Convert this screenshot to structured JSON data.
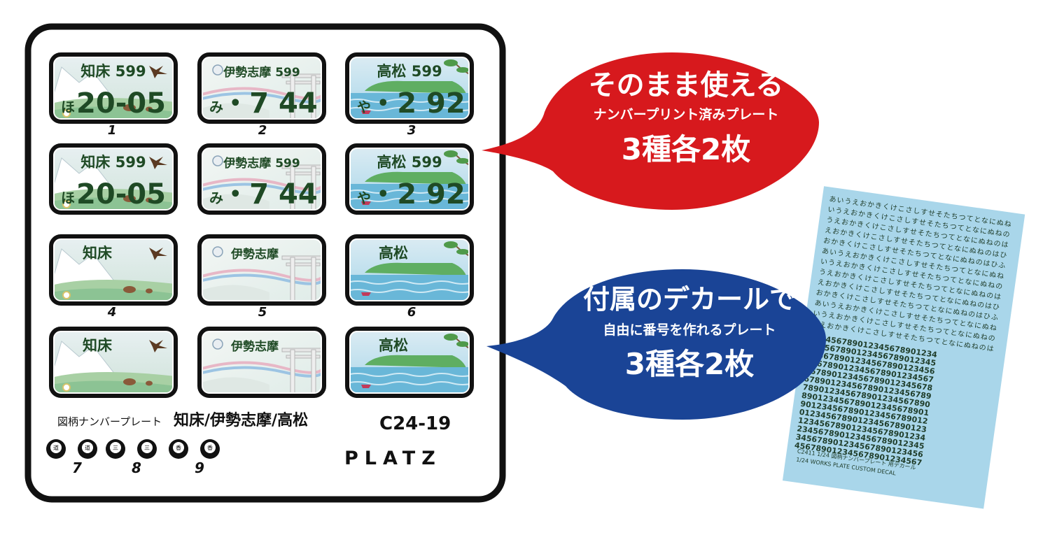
{
  "plates": [
    {
      "id": "1",
      "region": "知床",
      "classno": "599",
      "kana": "ほ",
      "number": "20-05",
      "theme": "shiretoko",
      "caption": "1"
    },
    {
      "id": "2",
      "region": "伊勢志摩",
      "classno": "599",
      "kana": "み",
      "number": "・7 44",
      "theme": "ise",
      "caption": "2"
    },
    {
      "id": "3",
      "region": "高松",
      "classno": "599",
      "kana": "や",
      "number": "・2 92",
      "theme": "takamatsu",
      "caption": "3"
    },
    {
      "id": "1b",
      "region": "知床",
      "classno": "599",
      "kana": "ほ",
      "number": "20-05",
      "theme": "shiretoko",
      "caption": ""
    },
    {
      "id": "2b",
      "region": "伊勢志摩",
      "classno": "599",
      "kana": "み",
      "number": "・7 44",
      "theme": "ise",
      "caption": ""
    },
    {
      "id": "3b",
      "region": "高松",
      "classno": "599",
      "kana": "や",
      "number": "・2 92",
      "theme": "takamatsu",
      "caption": ""
    },
    {
      "id": "4",
      "region": "知床",
      "classno": "",
      "kana": "",
      "number": "",
      "theme": "shiretoko",
      "caption": "4"
    },
    {
      "id": "5",
      "region": "伊勢志摩",
      "classno": "",
      "kana": "",
      "number": "",
      "theme": "ise",
      "caption": "5"
    },
    {
      "id": "6",
      "region": "高松",
      "classno": "",
      "kana": "",
      "number": "",
      "theme": "takamatsu",
      "caption": "6"
    },
    {
      "id": "4b",
      "region": "知床",
      "classno": "",
      "kana": "",
      "number": "",
      "theme": "shiretoko",
      "caption": ""
    },
    {
      "id": "5b",
      "region": "伊勢志摩",
      "classno": "",
      "kana": "",
      "number": "",
      "theme": "ise",
      "caption": ""
    },
    {
      "id": "6b",
      "region": "高松",
      "classno": "",
      "kana": "",
      "number": "",
      "theme": "takamatsu",
      "caption": ""
    }
  ],
  "sheet": {
    "label_small": "図柄ナンバープレート",
    "label_regions": "知床/伊勢志摩/高松",
    "product_code": "C24-19",
    "brand": "PLATZ"
  },
  "bolts": {
    "groups": [
      {
        "number": "7",
        "glyph": "道"
      },
      {
        "number": "8",
        "glyph": "三"
      },
      {
        "number": "9",
        "glyph": "香"
      }
    ]
  },
  "bubble_red": {
    "line1": "そのまま使える",
    "line2": "ナンバープリント済みプレート",
    "line3": "3種各2枚",
    "color": "#d7191d"
  },
  "bubble_blue": {
    "line1": "付属のデカールで",
    "line2": "自由に番号を作れるプレート",
    "line3": "3種各2枚",
    "color": "#1a4496"
  },
  "decal": {
    "bg_color": "#a9d6ea",
    "digit_row": "1234567890123456789012345678901234567890",
    "footer_line1": "C2411 1/24 図柄ナンバープレート 用デカール",
    "footer_line2": "1/24 WORKS PLATE CUSTOM DECAL"
  },
  "colors": {
    "plate_text": "#1f4a25",
    "plate_border": "#111111",
    "sheet_border": "#111111"
  }
}
